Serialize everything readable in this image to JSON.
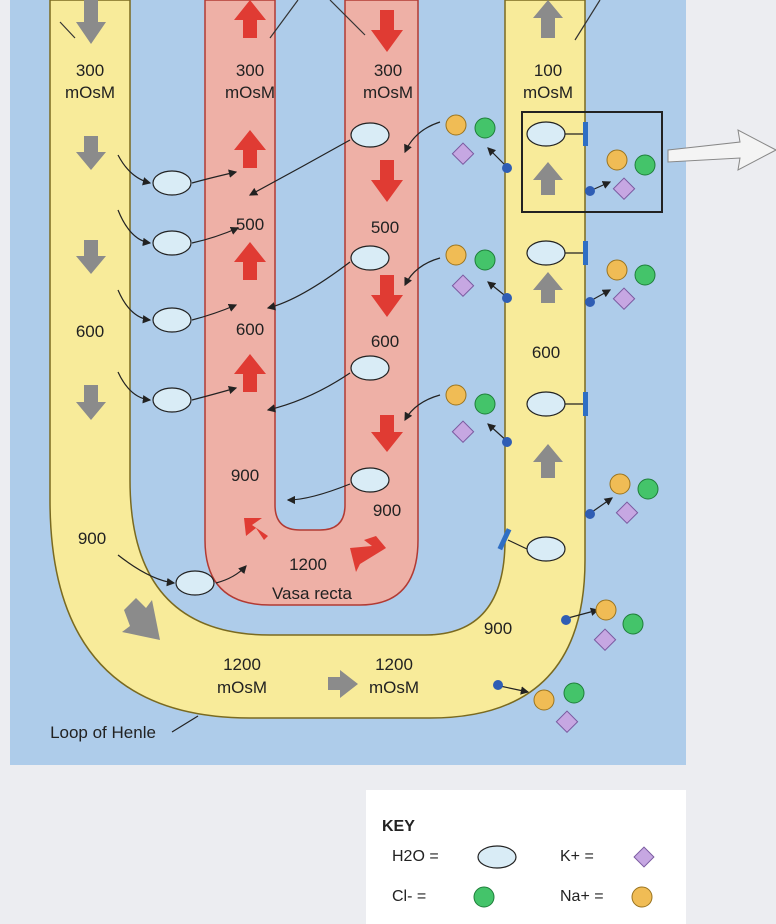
{
  "colors": {
    "interstitial": "#aeccea",
    "loop": "#f8eb9a",
    "loop_edge": "#7a6a20",
    "vasa": "#eeb0a6",
    "vasa_edge": "#b23a33",
    "red_arrow": "#e03b33",
    "gray_arrow": "#8b8b8b",
    "water": "#d9ecf6",
    "chloride": "#44c46a",
    "potassium": "#c6a7e2",
    "sodium": "#f0bc55",
    "pump": "#2f5db4",
    "channel": "#2f6fc4"
  },
  "labels": {
    "desc_top_val": "300",
    "desc_top_unit": "mOsM",
    "vasa_up_top_val": "300",
    "vasa_up_top_unit": "mOsM",
    "vasa_down_top_val": "300",
    "vasa_down_top_unit": "mOsM",
    "asc_top_val": "100",
    "asc_top_unit": "mOsM",
    "desc_600": "600",
    "desc_900": "900",
    "vasa_up_500": "500",
    "vasa_up_600": "600",
    "vasa_up_900": "900",
    "vasa_down_500": "500",
    "vasa_down_600": "600",
    "vasa_down_900": "900",
    "vasa_bottom": "1200",
    "vasa_name": "Vasa recta",
    "asc_600": "600",
    "asc_900": "900",
    "loop_bottom_left_val": "1200",
    "loop_bottom_left_unit": "mOsM",
    "loop_bottom_right_val": "1200",
    "loop_bottom_right_unit": "mOsM",
    "loop_name": "Loop of Henle"
  },
  "key": {
    "title": "KEY",
    "water": "H2O =",
    "potassium": "K+ =",
    "chloride": "Cl- =",
    "sodium": "Na+ ="
  }
}
